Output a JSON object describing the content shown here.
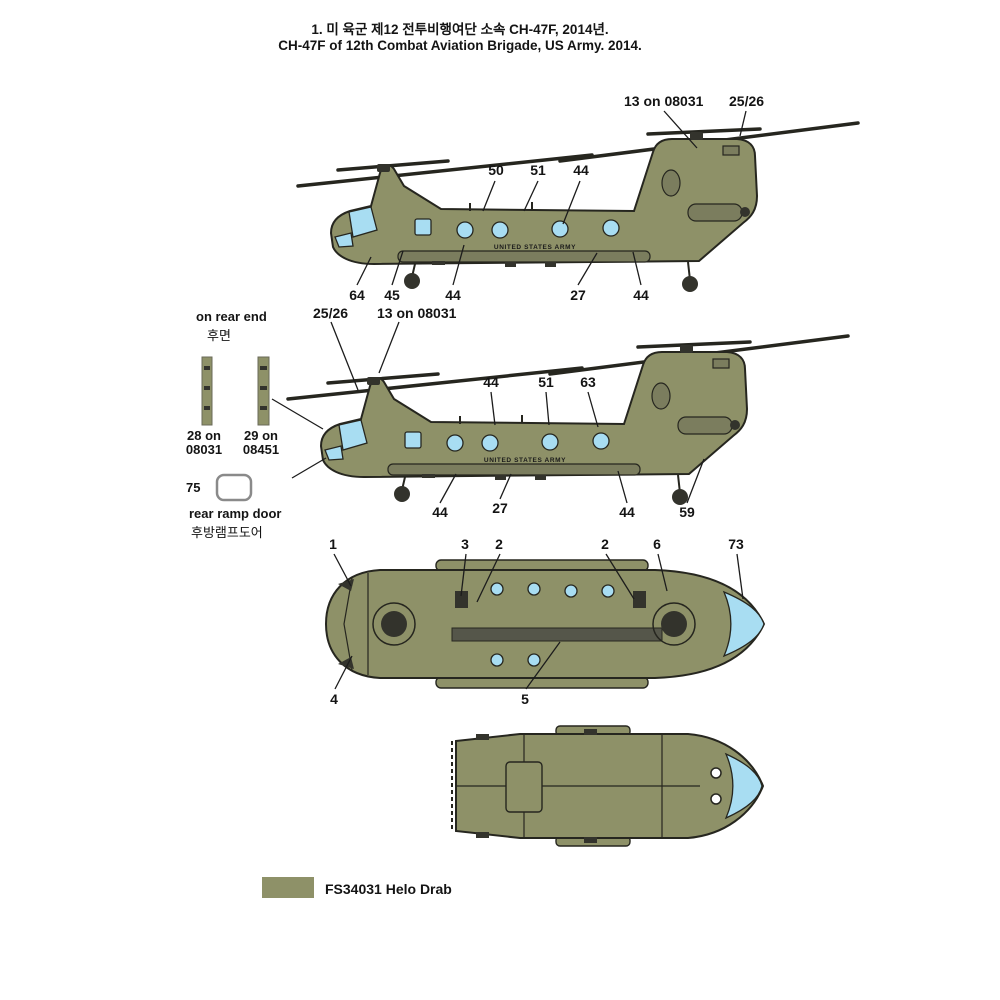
{
  "colors": {
    "helo_drab": "#8e9168",
    "helo_dark": "#7b7d5e",
    "window_blue": "#a8ddf2",
    "line": "#26261f",
    "dark_part": "#33332c"
  },
  "title": {
    "korean": "1. 미 육군 제12 전투비행여단 소속 CH-47F, 2014년.",
    "english": "CH-47F of 12th Combat Aviation Brigade, US Army. 2014."
  },
  "view1": {
    "fuselage_text": "UNITED STATES ARMY",
    "callouts": {
      "c13": "13 on 08031",
      "c2526": "25/26",
      "c50": "50",
      "c51": "51",
      "c44a": "44",
      "c64": "64",
      "c45": "45",
      "c44b": "44",
      "c27": "27",
      "c44c": "44"
    }
  },
  "view2": {
    "fuselage_text": "UNITED STATES ARMY",
    "callouts": {
      "c2526": "25/26",
      "c13": "13 on 08031",
      "c44a": "44",
      "c51": "51",
      "c63": "63",
      "c44b": "44",
      "c27": "27",
      "c44c": "44",
      "c59": "59"
    }
  },
  "sidebar": {
    "rear_end_en": "on rear end",
    "rear_end_ko": "후면",
    "decal_28_line1": "28 on",
    "decal_28_line2": "08031",
    "decal_29_line1": "29 on",
    "decal_29_line2": "08451",
    "ramp_number": "75",
    "ramp_label_en": "rear ramp door",
    "ramp_label_ko": "후방램프도어"
  },
  "top_view": {
    "callouts": {
      "c1": "1",
      "c3": "3",
      "c2a": "2",
      "c2b": "2",
      "c6": "6",
      "c73": "73",
      "c4": "4",
      "c5": "5"
    }
  },
  "legend": {
    "color_code": "FS34031 Helo Drab"
  }
}
